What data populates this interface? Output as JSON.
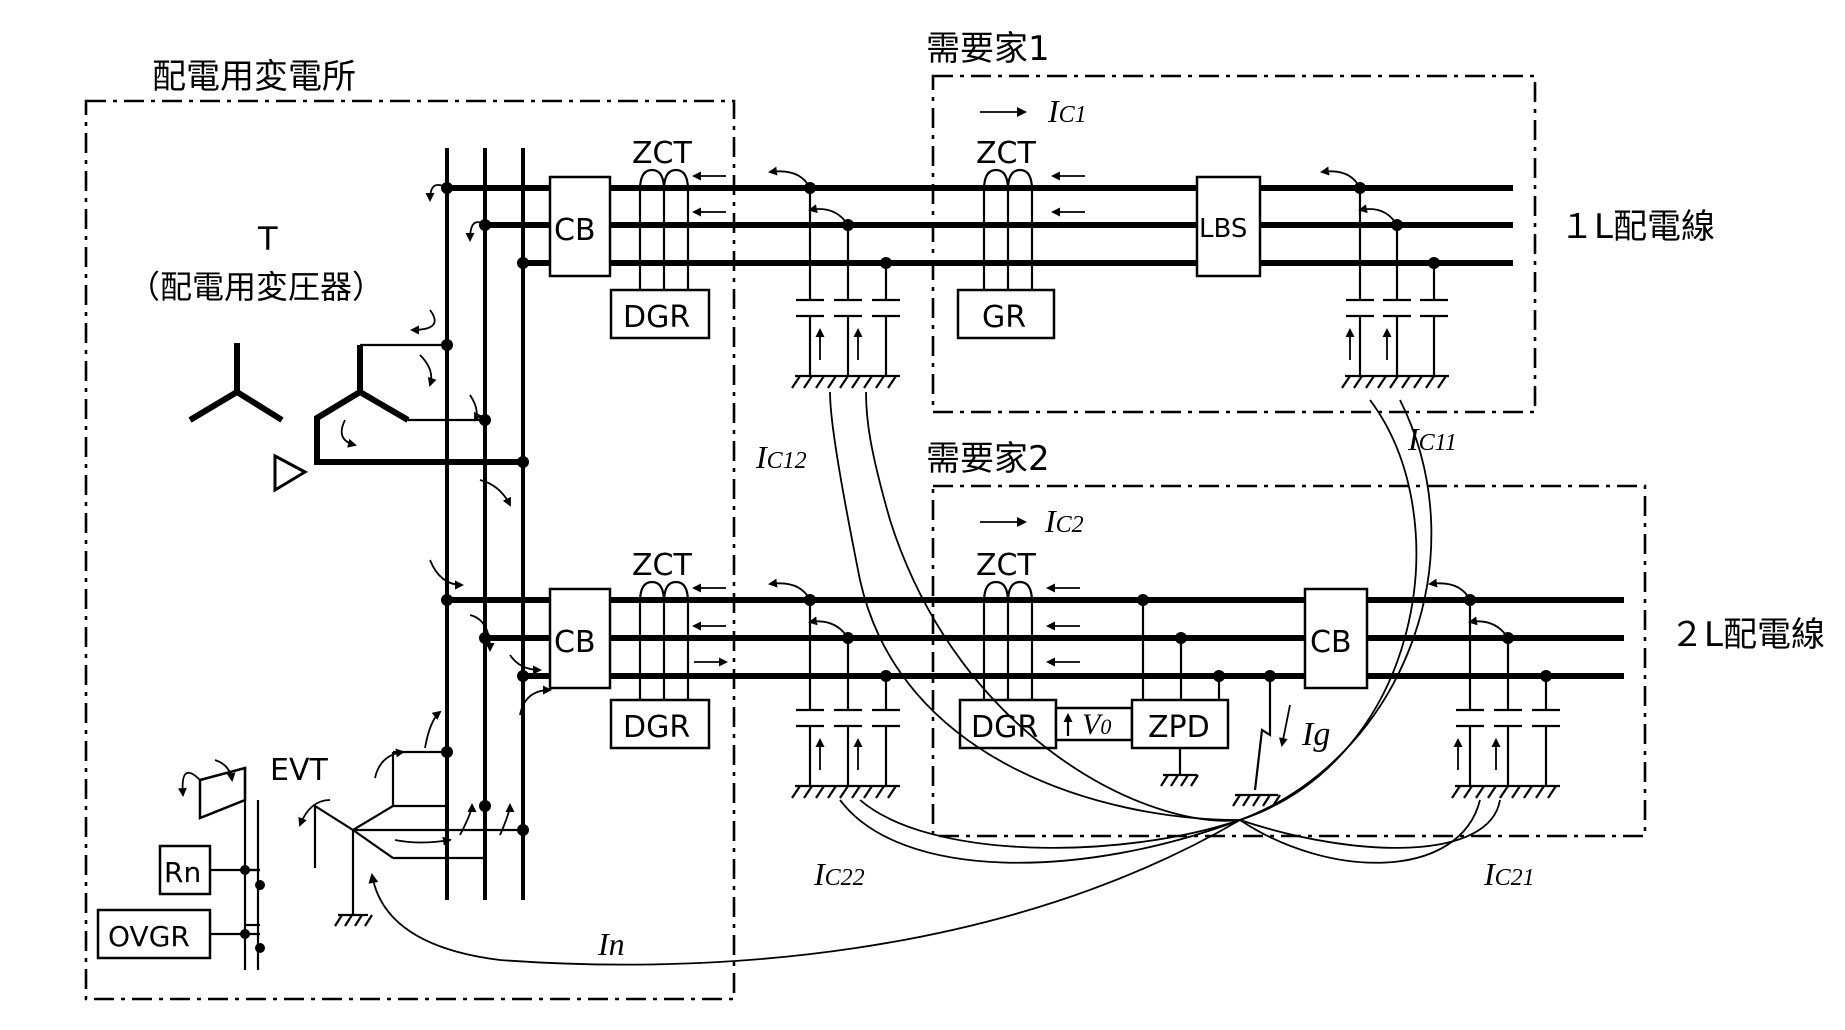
{
  "substation": {
    "title": "配電用変電所",
    "transformer_label": "T",
    "transformer_name": "（配電用変圧器）",
    "evt_label": "EVT",
    "rn_label": "Rn",
    "ovgr_label": "OVGR"
  },
  "feeder1": {
    "name": "１L配電線",
    "cb_label": "CB",
    "zct_label": "ZCT",
    "dgr_label": "DGR"
  },
  "feeder2": {
    "name": "２L配電線",
    "cb_label": "CB",
    "zct_label": "ZCT",
    "dgr_label": "DGR"
  },
  "customer1": {
    "title": "需要家1",
    "zct_label": "ZCT",
    "gr_label": "GR",
    "lbs_label": "LBS"
  },
  "customer2": {
    "title": "需要家2",
    "zct_label": "ZCT",
    "dgr_label": "DGR",
    "zpd_label": "ZPD",
    "cb_label": "CB"
  },
  "currents": {
    "ic1": {
      "main": "I",
      "sub": "C1"
    },
    "ic2": {
      "main": "I",
      "sub": "C2"
    },
    "ic11": {
      "main": "I",
      "sub": "C11"
    },
    "ic12": {
      "main": "I",
      "sub": "C12"
    },
    "ic21": {
      "main": "I",
      "sub": "C21"
    },
    "ic22": {
      "main": "I",
      "sub": "C22"
    },
    "ig": {
      "main": "I",
      "sub": "g"
    },
    "in": {
      "main": "I",
      "sub": "n"
    },
    "v0": {
      "main": "V",
      "sub": "0"
    }
  }
}
